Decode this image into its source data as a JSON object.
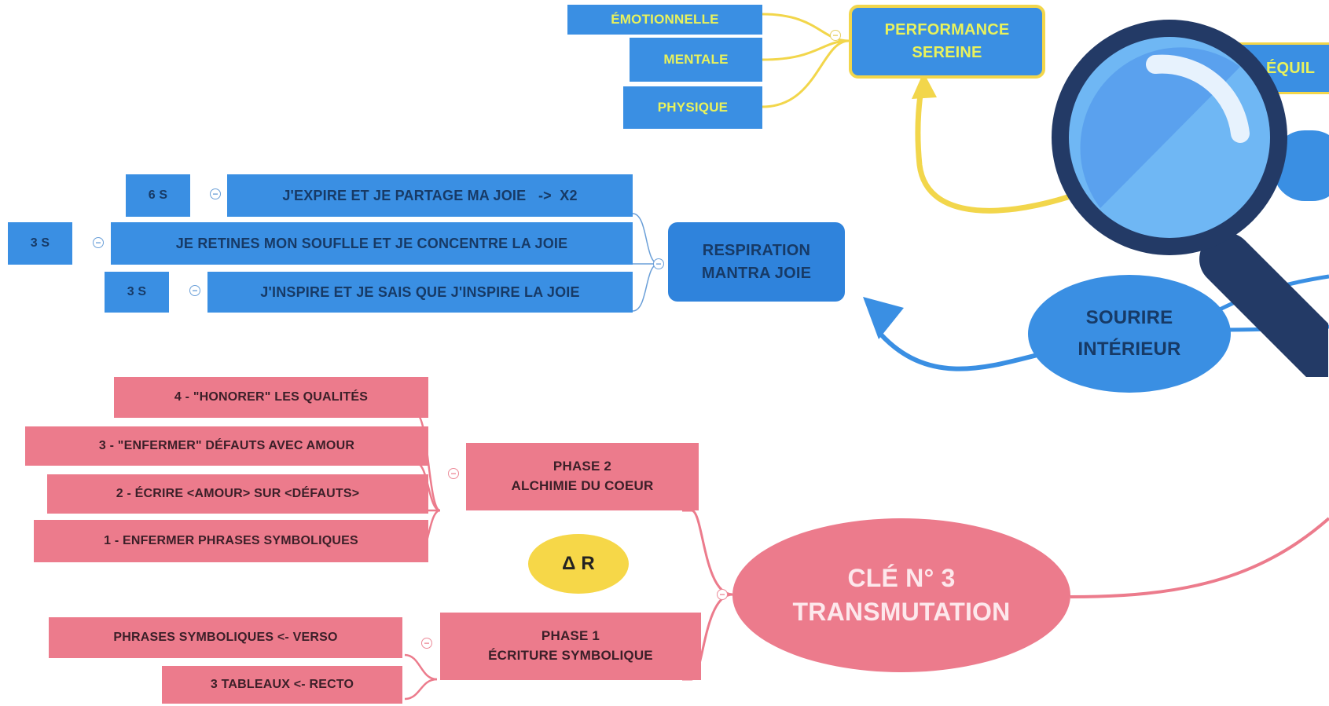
{
  "top_branch": {
    "center_label_line1": "PERFORMANCE",
    "center_label_line2": "SEREINE",
    "items": [
      "ÉMOTIONNELLE",
      "MENTALE",
      "PHYSIQUE"
    ],
    "right_partial_label": "ÉQUIL"
  },
  "breathing": {
    "label_line1": "RESPIRATION",
    "label_line2": "MANTRA JOIE",
    "steps": [
      {
        "duration": "6 S",
        "text": "J'EXPIRE ET JE PARTAGE MA JOIE   ->  X2"
      },
      {
        "duration": "3 S",
        "text": "JE RETINES MON SOUFLLE ET JE CONCENTRE LA JOIE"
      },
      {
        "duration": "3 S",
        "text": "J'INSPIRE ET JE SAIS QUE J'INSPIRE LA JOIE"
      }
    ]
  },
  "smile": {
    "line1": "SOURIRE",
    "line2": "INTÉRIEUR"
  },
  "key3": {
    "line1": "CLÉ N° 3",
    "line2": "TRANSMUTATION",
    "delta_label": "Δ R",
    "phase2": {
      "line1": "PHASE 2",
      "line2": "ALCHIMIE DU COEUR",
      "items": [
        "4 - \"HONORER\" LES QUALITÉS",
        "3 - \"ENFERMER\" DÉFAUTS AVEC AMOUR",
        "2 - ÉCRIRE <AMOUR> SUR <DÉFAUTS>",
        "1 - ENFERMER PHRASES SYMBOLIQUES"
      ]
    },
    "phase1": {
      "line1": "PHASE 1",
      "line2": "ÉCRITURE SYMBOLIQUE",
      "items": [
        "PHRASES SYMBOLIQUES <- VERSO",
        "3 TABLEAUX <- RECTO"
      ]
    }
  },
  "colors": {
    "blue_branch": "#3a8fe3",
    "pink_branch": "#ec7b8c",
    "yellow_branch": "#f2d64b",
    "delta_badge": "#f6d748",
    "magnifier_lens": "#6fb7f4",
    "magnifier_frame": "#233a66"
  },
  "icons": {
    "collapse": "⊝",
    "magnifier": "magnifier-icon"
  }
}
